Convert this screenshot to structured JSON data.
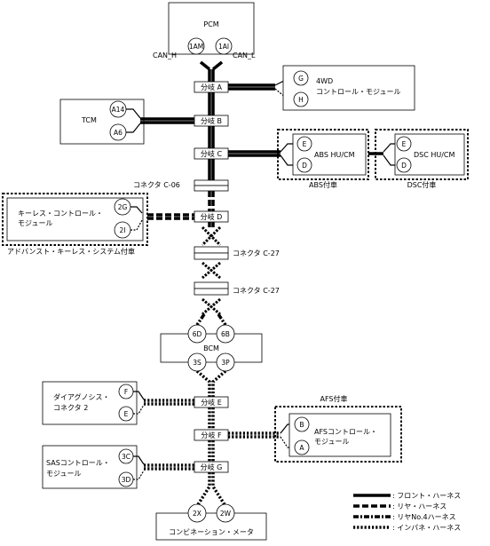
{
  "modules": {
    "pcm": {
      "label": "PCM",
      "pin1": "1AM",
      "pin2": "1AI",
      "can_h": "CAN_H",
      "can_l": "CAN_L"
    },
    "fwd": {
      "line1": "4WD",
      "line2": "コントロール・モジュール",
      "pin1": "G",
      "pin2": "H"
    },
    "tcm": {
      "label": "TCM",
      "pin1": "A14",
      "pin2": "A6"
    },
    "abs": {
      "label": "ABS HU/CM",
      "pin1": "E",
      "pin2": "D",
      "option": "ABS付車"
    },
    "dsc": {
      "label": "DSC HU/CM",
      "pin1": "E",
      "pin2": "D",
      "option": "DSC付車"
    },
    "keyless": {
      "line1": "キーレス・コントロール・",
      "line2": "モジュール",
      "pin1": "2G",
      "pin2": "2I",
      "option": "アドバンスト・キーレス・システム付車"
    },
    "bcm": {
      "label": "BCM",
      "pin1": "6D",
      "pin2": "6B",
      "pin3": "3S",
      "pin4": "3P"
    },
    "diag": {
      "line1": "ダイアグノシス・",
      "line2": "コネクタ 2",
      "pin1": "F",
      "pin2": "E"
    },
    "afs": {
      "line1": "AFSコントロール・",
      "line2": "モジュール",
      "pin1": "B",
      "pin2": "A",
      "option": "AFS付車"
    },
    "sas": {
      "line1": "SASコントロール・",
      "line2": "モジュール",
      "pin1": "3C",
      "pin2": "3D"
    },
    "meter": {
      "label": "コンビネーション・メータ",
      "pin1": "2X",
      "pin2": "2W"
    }
  },
  "junctions": {
    "a": "分岐 A",
    "b": "分岐 B",
    "c": "分岐 C",
    "d": "分岐 D",
    "e": "分岐 E",
    "f": "分岐 F",
    "g": "分岐 G"
  },
  "connectors": {
    "c06": "コネクタ C-06",
    "c27a": "コネクタ C-27",
    "c27b": "コネクタ C-27"
  },
  "legend": {
    "front": ": フロント・ハーネス",
    "rear": ": リヤ・ハーネス",
    "no4": ": リヤNo.4ハーネス",
    "inpane": ": インパネ・ハーネス"
  }
}
